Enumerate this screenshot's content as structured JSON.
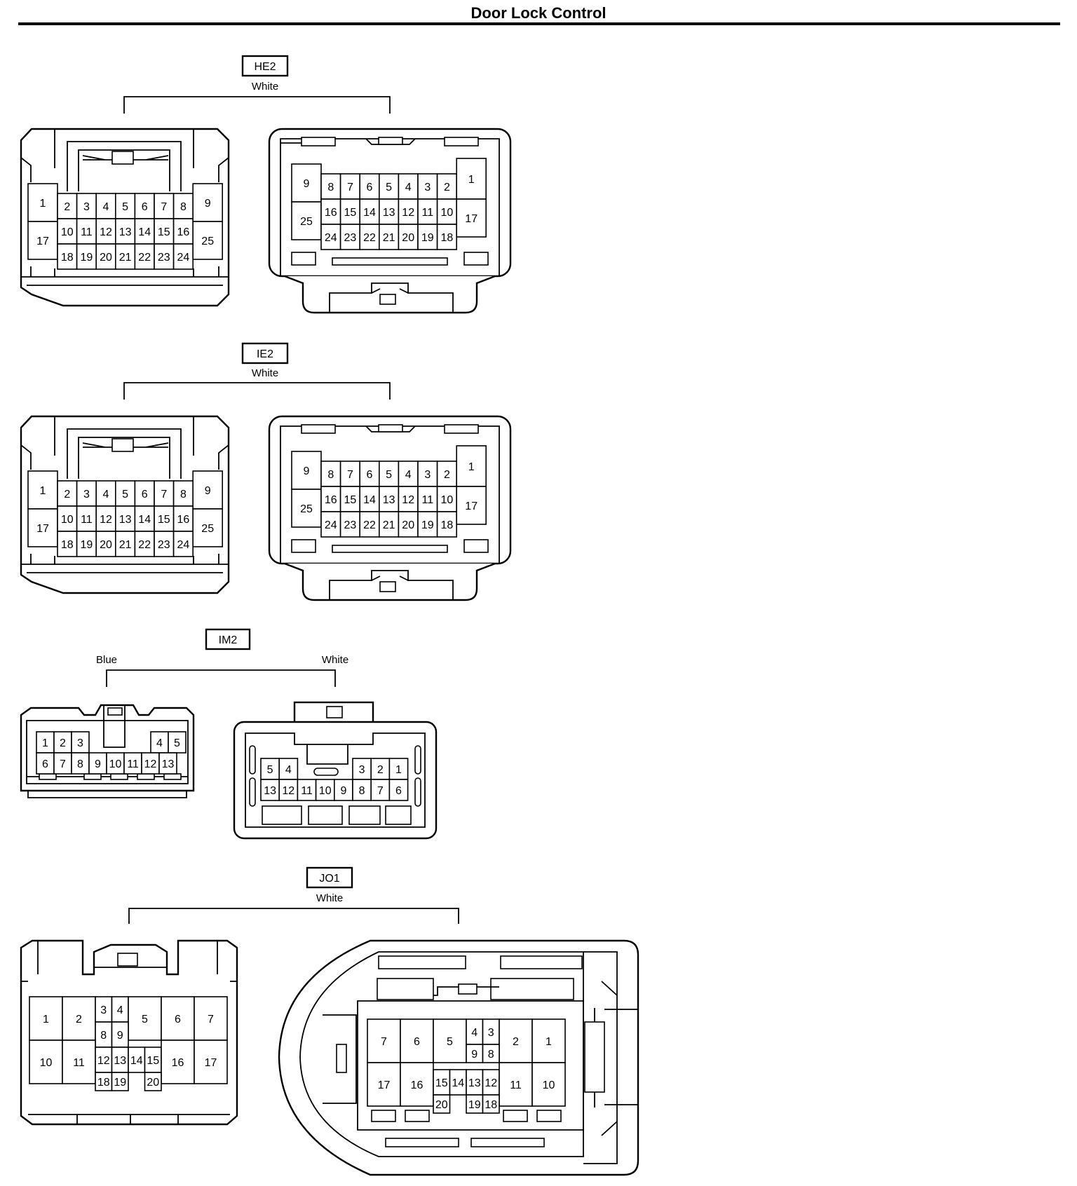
{
  "title": "Door Lock Control",
  "connectors": [
    {
      "code": "HE2",
      "colors": {
        "main": "White"
      },
      "left": {
        "rows": [
          [
            "1",
            "2",
            "3",
            "4",
            "5",
            "6",
            "7",
            "8",
            "9"
          ],
          [
            "17",
            "10",
            "11",
            "12",
            "13",
            "14",
            "15",
            "16",
            "25"
          ],
          [
            "18",
            "19",
            "20",
            "21",
            "22",
            "23",
            "24"
          ]
        ]
      },
      "right": {
        "rows": [
          [
            "9",
            "8",
            "7",
            "6",
            "5",
            "4",
            "3",
            "2",
            "1"
          ],
          [
            "25",
            "16",
            "15",
            "14",
            "13",
            "12",
            "11",
            "10",
            "17"
          ],
          [
            "24",
            "23",
            "22",
            "21",
            "20",
            "19",
            "18"
          ]
        ]
      }
    },
    {
      "code": "IE2",
      "colors": {
        "main": "White"
      },
      "left": {
        "rows": [
          [
            "1",
            "2",
            "3",
            "4",
            "5",
            "6",
            "7",
            "8",
            "9"
          ],
          [
            "17",
            "10",
            "11",
            "12",
            "13",
            "14",
            "15",
            "16",
            "25"
          ],
          [
            "18",
            "19",
            "20",
            "21",
            "22",
            "23",
            "24"
          ]
        ]
      },
      "right": {
        "rows": [
          [
            "9",
            "8",
            "7",
            "6",
            "5",
            "4",
            "3",
            "2",
            "1"
          ],
          [
            "25",
            "16",
            "15",
            "14",
            "13",
            "12",
            "11",
            "10",
            "17"
          ],
          [
            "24",
            "23",
            "22",
            "21",
            "20",
            "19",
            "18"
          ]
        ]
      }
    },
    {
      "code": "IM2",
      "colors": {
        "left": "Blue",
        "right": "White"
      },
      "left": {
        "rows": [
          [
            "1",
            "2",
            "3",
            "4",
            "5"
          ],
          [
            "6",
            "7",
            "8",
            "9",
            "10",
            "11",
            "12",
            "13"
          ]
        ]
      },
      "right": {
        "rows": [
          [
            "5",
            "4",
            "3",
            "2",
            "1"
          ],
          [
            "13",
            "12",
            "11",
            "10",
            "9",
            "8",
            "7",
            "6"
          ]
        ]
      }
    },
    {
      "code": "JO1",
      "colors": {
        "main": "White"
      },
      "left": {
        "rows": [
          [
            "1",
            "2",
            "3",
            "4",
            "5",
            "6",
            "7"
          ],
          [
            "8",
            "9"
          ],
          [
            "10",
            "11",
            "12",
            "13",
            "14",
            "15",
            "16",
            "17"
          ],
          [
            "18",
            "19",
            "20"
          ]
        ]
      },
      "right": {
        "rows": [
          [
            "7",
            "6",
            "5",
            "4",
            "3",
            "2",
            "1"
          ],
          [
            "9",
            "8"
          ],
          [
            "17",
            "16",
            "15",
            "14",
            "13",
            "12",
            "11",
            "10"
          ],
          [
            "20",
            "19",
            "18"
          ]
        ]
      }
    }
  ]
}
